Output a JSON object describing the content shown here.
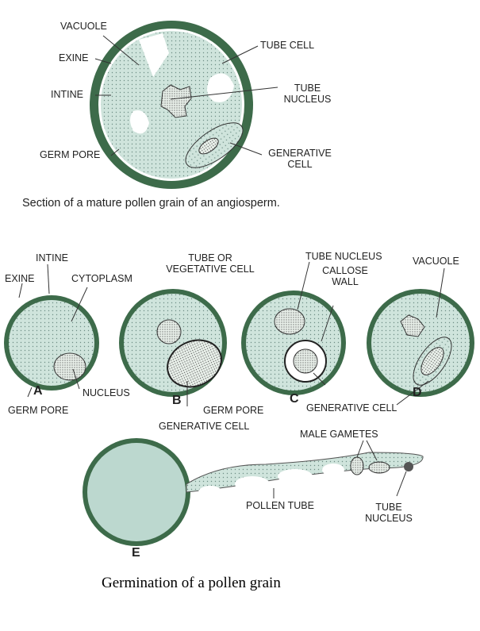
{
  "figure1": {
    "caption": "Section of a mature pollen grain  of an angiosperm.",
    "labels": {
      "vacuole": "VACUOLE",
      "exine": "EXINE",
      "intine": "INTINE",
      "germ_pore": "GERM PORE",
      "tube_cell": "TUBE CELL",
      "tube_nucleus_1": "TUBE",
      "tube_nucleus_2": "NUCLEUS",
      "generative_cell_1": "GENERATIVE",
      "generative_cell_2": "CELL"
    }
  },
  "figure2": {
    "caption": "Germination of a pollen grain",
    "stages": [
      "A",
      "B",
      "C",
      "D",
      "E"
    ],
    "labels": {
      "intine": "INTINE",
      "exine": "EXINE",
      "cytoplasm": "CYTOPLASM",
      "nucleus": "NUCLEUS",
      "germ_pore_a": "GERM PORE",
      "tube_or_vegetative_1": "TUBE OR",
      "tube_or_vegetative_2": "VEGETATIVE CELL",
      "generative_cell_b": "GENERATIVE CELL",
      "germ_pore_c": "GERM PORE",
      "tube_nucleus_c": "TUBE  NUCLEUS",
      "callose_wall_1": "CALLOSE",
      "callose_wall_2": "WALL",
      "generative_cell_cd": "GENERATIVE CELL",
      "vacuole_d": "VACUOLE",
      "male_gametes": "MALE GAMETES",
      "pollen_tube": "POLLEN TUBE",
      "tube_nucleus_e_1": "TUBE",
      "tube_nucleus_e_2": "NUCLEUS"
    }
  },
  "colors": {
    "exine": "#3d6b4a",
    "cytoplasm": "#cfe4dc",
    "text": "#222222"
  }
}
